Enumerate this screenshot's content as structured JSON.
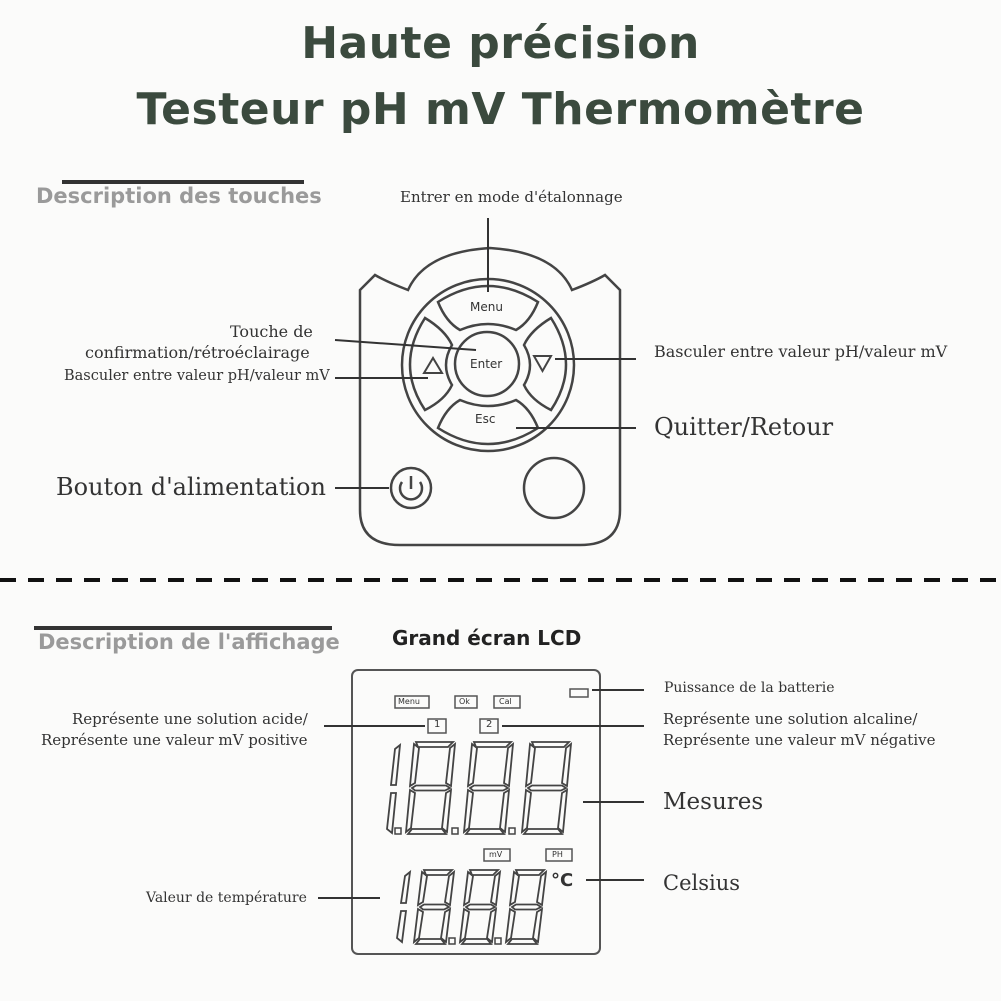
{
  "header": {
    "line1": "Haute précision",
    "line2": "Testeur pH mV Thermomètre"
  },
  "keys_section": {
    "title": "Description des touches",
    "labels": {
      "calibration": "Entrer en mode d'étalonnage",
      "confirm_line1": "Touche de",
      "confirm_line2": "confirmation/rétroéclairage",
      "toggle_left": "Basculer entre valeur pH/valeur mV",
      "toggle_right": "Basculer entre valeur pH/valeur mV",
      "exit": "Quitter/Retour",
      "power": "Bouton d'alimentation"
    },
    "buttons": {
      "menu": "Menu",
      "enter": "Enter",
      "esc": "Esc"
    }
  },
  "display_section": {
    "title": "Description de l'affichage",
    "lcd_title": "Grand écran LCD",
    "labels": {
      "battery": "Puissance de la batterie",
      "acid_line1": "Représente une solution acide/",
      "acid_line2": "Représente une valeur mV positive",
      "alkaline_line1": "Représente une solution alcaline/",
      "alkaline_line2": "Représente une valeur mV négative",
      "measures": "Mesures",
      "temperature": "Valeur de température",
      "celsius": "Celsius"
    },
    "lcd": {
      "tag_menu": "Menu",
      "tag_ok": "Ok",
      "tag_cal": "Cal",
      "ind1": "1",
      "ind2": "2",
      "tag_mv": "mV",
      "tag_ph": "PH",
      "unit": "°C",
      "main_digits": "1.8.8.8",
      "temp_digits": "1888"
    }
  }
}
